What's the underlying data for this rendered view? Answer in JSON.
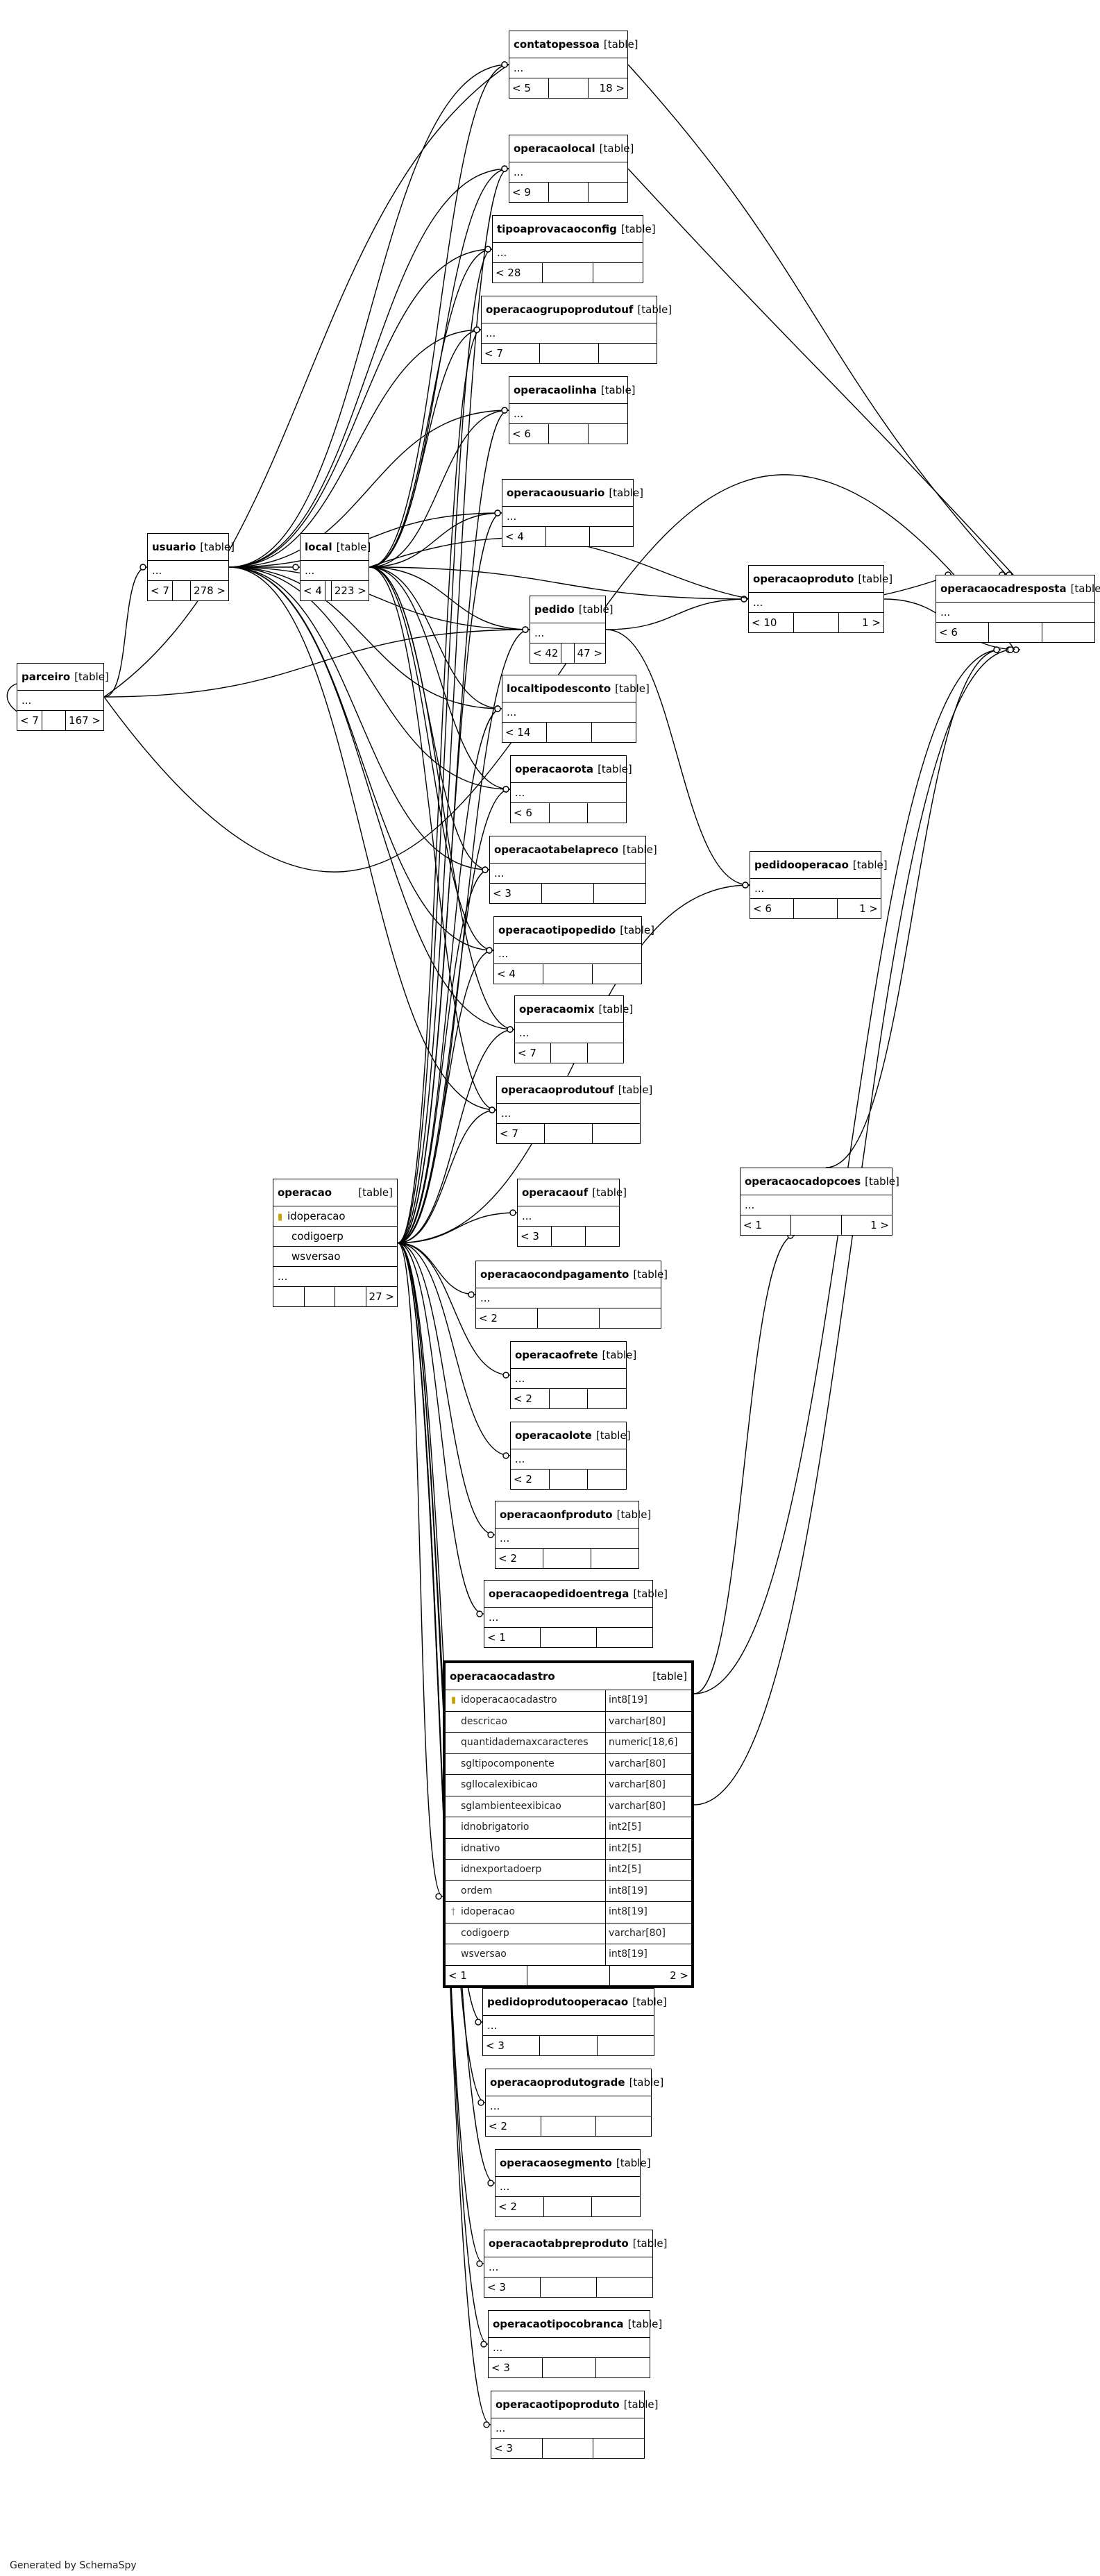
{
  "footer": "Generated by SchemaSpy",
  "tables": [
    {
      "id": "parceiro",
      "name": "parceiro",
      "tag": "[table]",
      "l": "< 7",
      "r": "167 >"
    },
    {
      "id": "usuario",
      "name": "usuario",
      "tag": "[table]",
      "l": "< 7",
      "r": "278 >"
    },
    {
      "id": "local",
      "name": "local",
      "tag": "[table]",
      "l": "< 4",
      "r": "223 >"
    },
    {
      "id": "contatopessoa",
      "name": "contatopessoa",
      "tag": "[table]",
      "l": "< 5",
      "r": "18 >"
    },
    {
      "id": "operacaolocal",
      "name": "operacaolocal",
      "tag": "[table]",
      "l": "< 9",
      "r": ""
    },
    {
      "id": "tipoaprovacaoconfig",
      "name": "tipoaprovacaoconfig",
      "tag": "[table]",
      "l": "< 28",
      "r": ""
    },
    {
      "id": "operacaogrupoprodutouf",
      "name": "operacaogrupoprodutouf",
      "tag": "[table]",
      "l": "< 7",
      "r": ""
    },
    {
      "id": "operacaolinha",
      "name": "operacaolinha",
      "tag": "[table]",
      "l": "< 6",
      "r": ""
    },
    {
      "id": "operacaousuario",
      "name": "operacaousuario",
      "tag": "[table]",
      "l": "< 4",
      "r": ""
    },
    {
      "id": "pedido",
      "name": "pedido",
      "tag": "[table]",
      "l": "< 42",
      "r": "47 >"
    },
    {
      "id": "localtipodesconto",
      "name": "localtipodesconto",
      "tag": "[table]",
      "l": "< 14",
      "r": ""
    },
    {
      "id": "operacaorota",
      "name": "operacaorota",
      "tag": "[table]",
      "l": "< 6",
      "r": ""
    },
    {
      "id": "operacaotabelapreco",
      "name": "operacaotabelapreco",
      "tag": "[table]",
      "l": "< 3",
      "r": ""
    },
    {
      "id": "operacaotipopedido",
      "name": "operacaotipopedido",
      "tag": "[table]",
      "l": "< 4",
      "r": ""
    },
    {
      "id": "operacaomix",
      "name": "operacaomix",
      "tag": "[table]",
      "l": "< 7",
      "r": ""
    },
    {
      "id": "operacaoprodutouf",
      "name": "operacaoprodutouf",
      "tag": "[table]",
      "l": "< 7",
      "r": ""
    },
    {
      "id": "operacaouf",
      "name": "operacaouf",
      "tag": "[table]",
      "l": "< 3",
      "r": ""
    },
    {
      "id": "operacaocondpagamento",
      "name": "operacaocondpagamento",
      "tag": "[table]",
      "l": "< 2",
      "r": ""
    },
    {
      "id": "operacaofrete",
      "name": "operacaofrete",
      "tag": "[table]",
      "l": "< 2",
      "r": ""
    },
    {
      "id": "operacaolote",
      "name": "operacaolote",
      "tag": "[table]",
      "l": "< 2",
      "r": ""
    },
    {
      "id": "operacaonfproduto",
      "name": "operacaonfproduto",
      "tag": "[table]",
      "l": "< 2",
      "r": ""
    },
    {
      "id": "operacaopedidoentrega",
      "name": "operacaopedidoentrega",
      "tag": "[table]",
      "l": "< 1",
      "r": ""
    },
    {
      "id": "pedidoprodutooperacao",
      "name": "pedidoprodutooperacao",
      "tag": "[table]",
      "l": "< 3",
      "r": ""
    },
    {
      "id": "operacaoprodutograde",
      "name": "operacaoprodutograde",
      "tag": "[table]",
      "l": "< 2",
      "r": ""
    },
    {
      "id": "operacaosegmento",
      "name": "operacaosegmento",
      "tag": "[table]",
      "l": "< 2",
      "r": ""
    },
    {
      "id": "operacaotabpreproduto",
      "name": "operacaotabpreproduto",
      "tag": "[table]",
      "l": "< 3",
      "r": ""
    },
    {
      "id": "operacaotipocobranca",
      "name": "operacaotipocobranca",
      "tag": "[table]",
      "l": "< 3",
      "r": ""
    },
    {
      "id": "operacaotipoproduto",
      "name": "operacaotipoproduto",
      "tag": "[table]",
      "l": "< 3",
      "r": ""
    },
    {
      "id": "operacaoproduto",
      "name": "operacaoproduto",
      "tag": "[table]",
      "l": "< 10",
      "r": "1 >"
    },
    {
      "id": "pedidooperacao",
      "name": "pedidooperacao",
      "tag": "[table]",
      "l": "< 6",
      "r": "1 >"
    },
    {
      "id": "operacaocadopcoes",
      "name": "operacaocadopcoes",
      "tag": "[table]",
      "l": "< 1",
      "r": "1 >"
    },
    {
      "id": "operacaocadresposta",
      "name": "operacaocadresposta",
      "tag": "[table]",
      "l": "< 6",
      "r": ""
    }
  ],
  "operacao": {
    "name": "operacao",
    "tag": "[table]",
    "columns": [
      "idoperacao",
      "codigoerp",
      "wsversao"
    ],
    "more": "...",
    "r": "27 >"
  },
  "operacaocadastro": {
    "name": "operacaocadastro",
    "tag": "[table]",
    "columns": [
      {
        "n": "idoperacaocadastro",
        "t": "int8[19]"
      },
      {
        "n": "descricao",
        "t": "varchar[80]"
      },
      {
        "n": "quantidademaxcaracteres",
        "t": "numeric[18,6]"
      },
      {
        "n": "sgltipocomponente",
        "t": "varchar[80]"
      },
      {
        "n": "sgllocalexibicao",
        "t": "varchar[80]"
      },
      {
        "n": "sglambienteexibicao",
        "t": "varchar[80]"
      },
      {
        "n": "idnobrigatorio",
        "t": "int2[5]"
      },
      {
        "n": "idnativo",
        "t": "int2[5]"
      },
      {
        "n": "idnexportadoerp",
        "t": "int2[5]"
      },
      {
        "n": "ordem",
        "t": "int8[19]"
      },
      {
        "n": "idoperacao",
        "t": "int8[19]"
      },
      {
        "n": "codigoerp",
        "t": "varchar[80]"
      },
      {
        "n": "wsversao",
        "t": "int8[19]"
      }
    ],
    "l": "< 1",
    "r": "2 >"
  },
  "dots": "..."
}
